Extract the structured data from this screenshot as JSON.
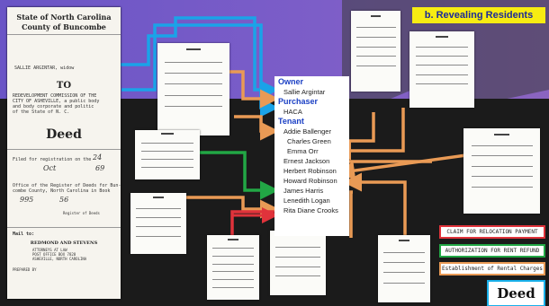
{
  "title": "b. Revealing Residents",
  "deed": {
    "state": "State of North Carolina",
    "county": "County of Buncombe",
    "grantor": "SALLIE ARGINTAR, widow",
    "to": "TO",
    "grantee": "REDEVELOPMENT COMMISSION OF THE\nCITY OF ASHEVILLE, a public body\nand body corporate and politic\nof the State of N. C.",
    "heading": "Deed",
    "filed": "Filed for registration on the",
    "filed_day": "24",
    "filed_month": "Oct",
    "filed_year": "69",
    "office": "Office of the Register of Deeds for Bun-\ncombe County, North Carolina in Book",
    "book": "995",
    "page": "56",
    "register": "Register of Deeds",
    "mail_to": "Mail to:",
    "attorneys": "REDMOND AND STEVENS",
    "attorneys_sub": "ATTORNEYS AT LAW\nPOST OFFICE BOX 7828\nASHEVILLE, NORTH CAROLINA",
    "prepared_by": "PREPARED BY"
  },
  "names": {
    "owner_heading": "Owner",
    "owner": "Sallie Argintar",
    "purchaser_heading": "Purchaser",
    "purchaser": "HACA",
    "tenant_heading": "Tenant",
    "tenants": [
      "Addie Ballenger",
      "Charles Green",
      "Emma Orr",
      "Ernest Jackson",
      "Herbert Robinson",
      "Howard Robinson",
      "James Harris",
      "Lenedith Logan",
      "Rita Diane Crooks"
    ]
  },
  "legend": [
    {
      "label": "CLAIM FOR RELOCATION PAYMENT",
      "color": "#e0333b"
    },
    {
      "label": "AUTHORIZATION FOR RENT REFUND",
      "color": "#22a745"
    },
    {
      "label": "Establishment of Rental Charges",
      "color": "#e99a55"
    }
  ],
  "deed_logo": "Deed",
  "colors": {
    "owner_link": "#1aa3e8",
    "purple": "#7a5fc8",
    "background": "#1c1c1c",
    "title_bg": "#f7ec12"
  }
}
